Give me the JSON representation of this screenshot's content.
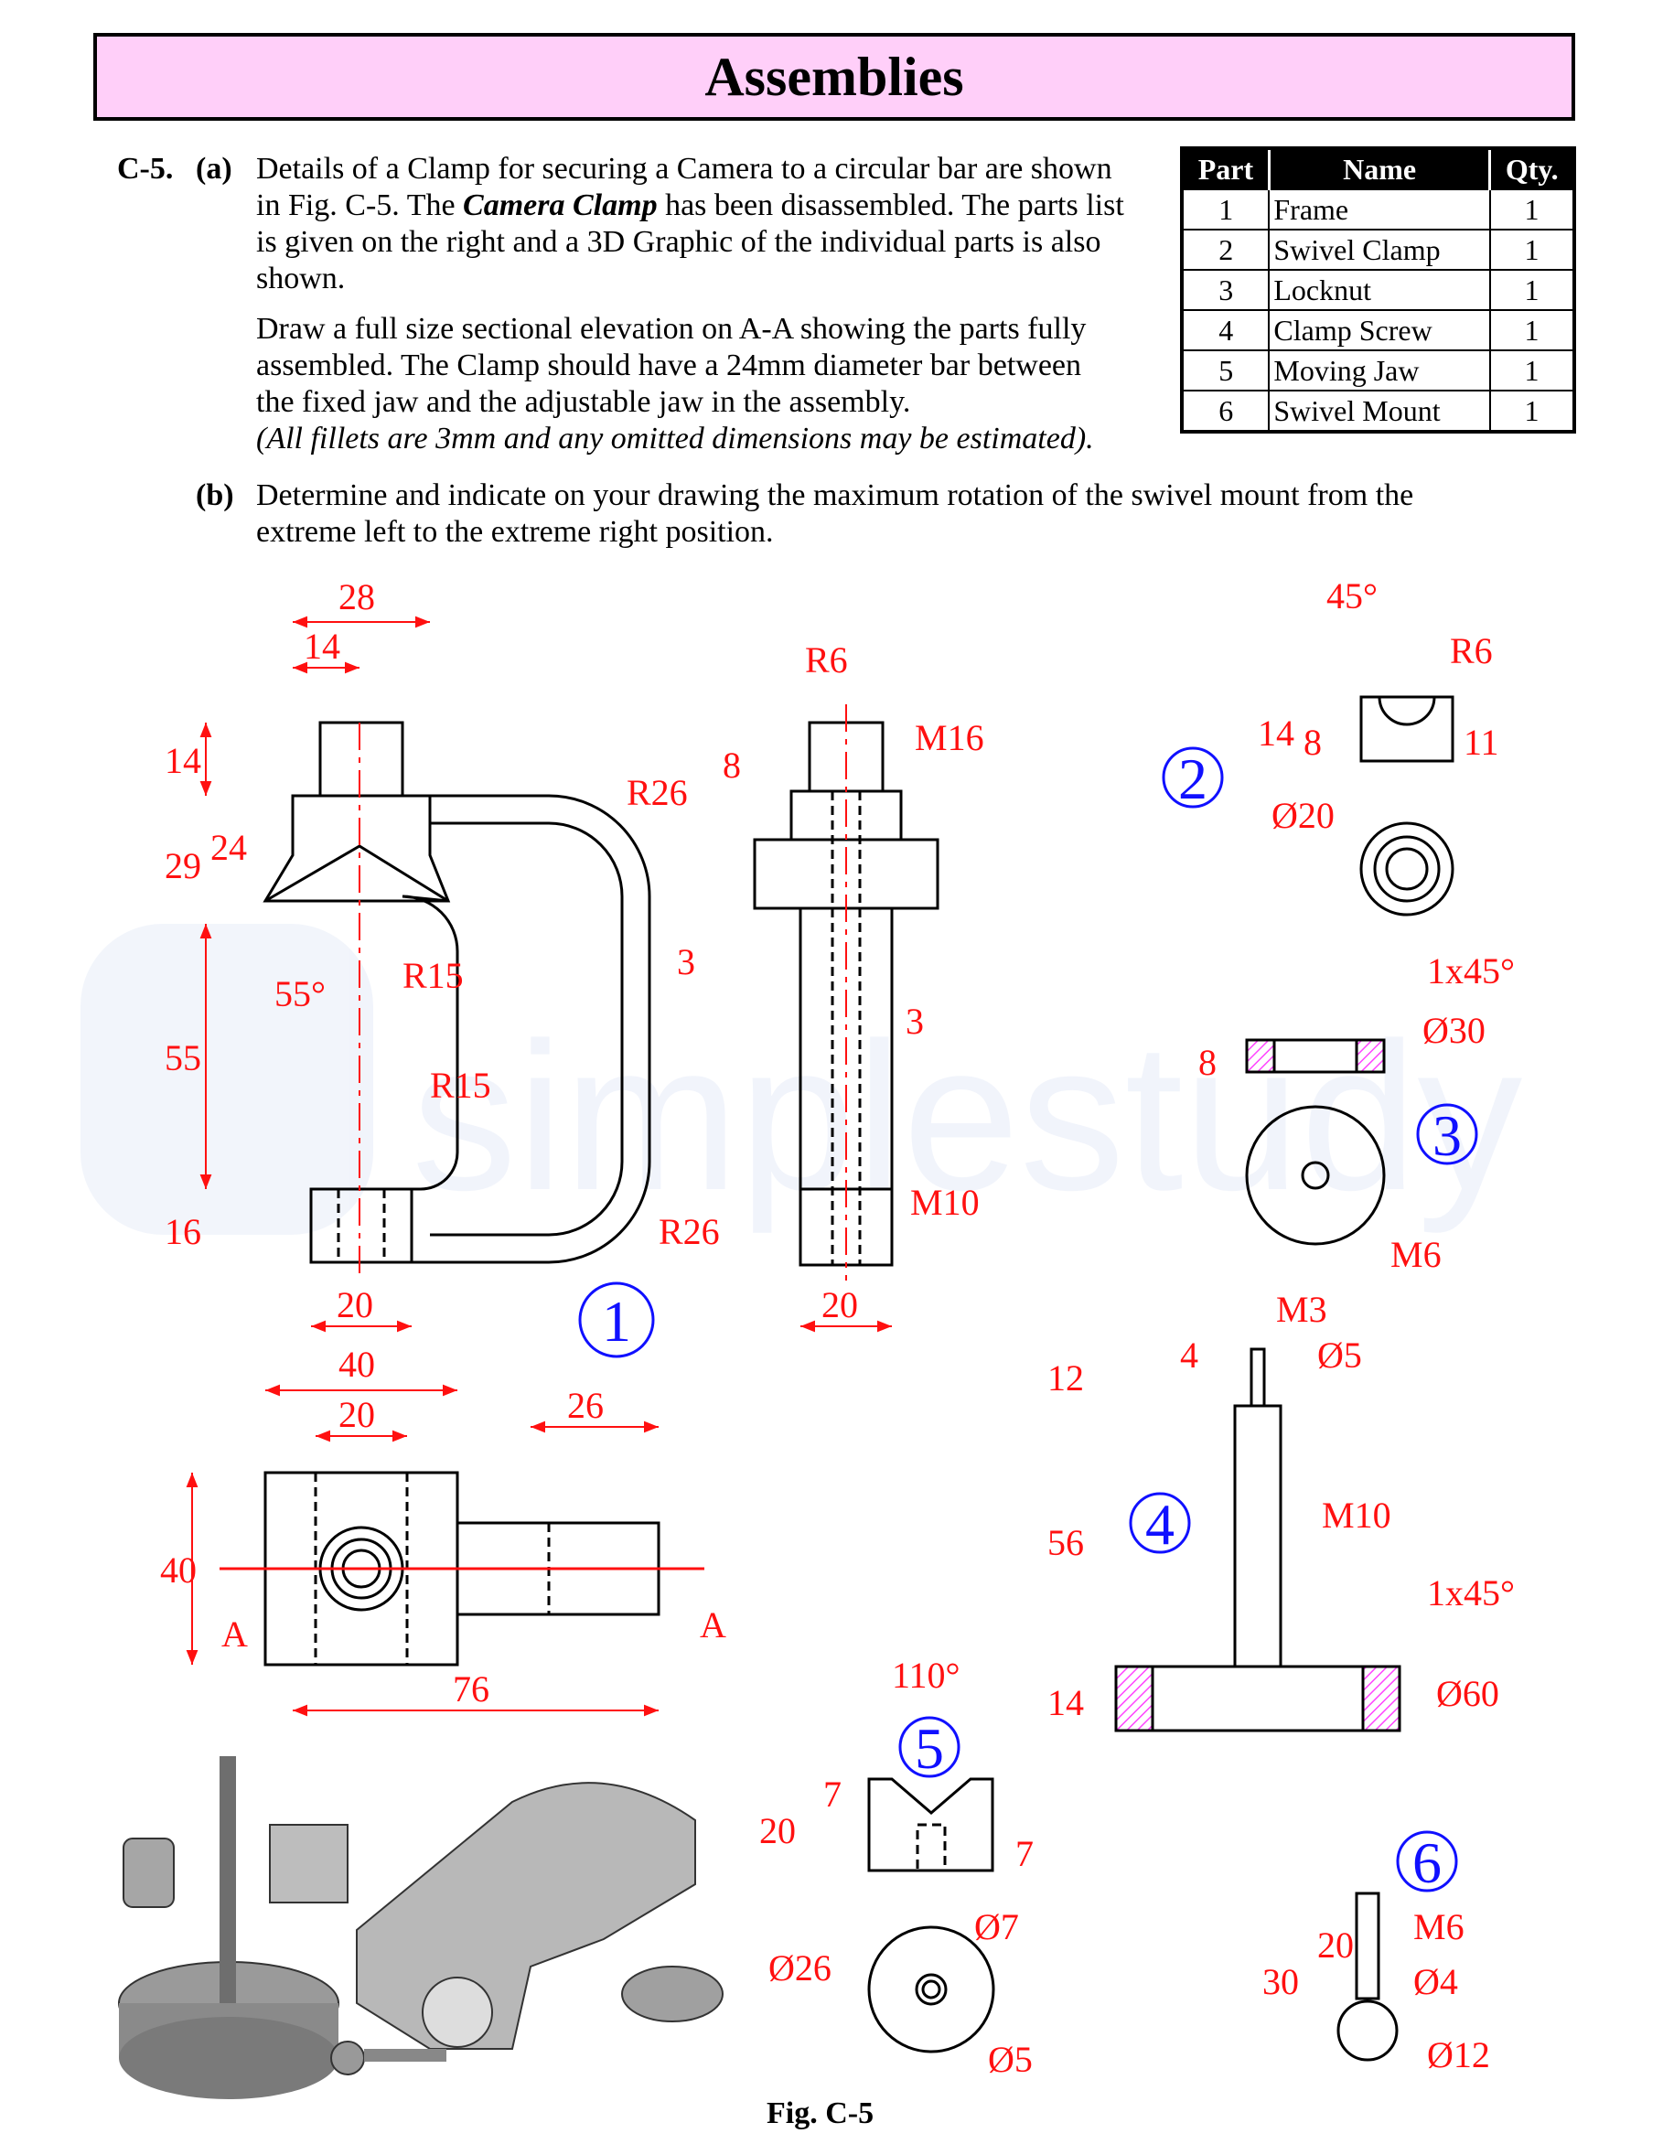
{
  "header": {
    "title": "Assemblies"
  },
  "question": {
    "number": "C-5.",
    "part_a_label": "(a)",
    "para1_l1": "Details of a Clamp for securing a Camera to a circular bar are shown",
    "para1_l2_pre": "in Fig. C-5. The ",
    "para1_l2_em": "Camera Clamp",
    "para1_l2_post": " has been disassembled. The parts list",
    "para1_l3": "is given on the right and a 3D Graphic of the individual parts is also",
    "para1_l4": "shown.",
    "para2_l1": "Draw a full size sectional elevation on A-A showing the parts fully",
    "para2_l2": "assembled.  The Clamp should have a 24mm diameter bar between",
    "para2_l3": "the fixed jaw and the adjustable jaw in the assembly.",
    "para2_l4": "(All fillets are 3mm and any omitted dimensions may be estimated).",
    "part_b_label": "(b)",
    "part_b_l1": "Determine and indicate on your drawing the maximum rotation of the swivel mount from the",
    "part_b_l2": "extreme left to the extreme right position."
  },
  "parts_list": {
    "headers": [
      "Part",
      "Name",
      "Qty."
    ],
    "rows": [
      [
        "1",
        "Frame",
        "1"
      ],
      [
        "2",
        "Swivel Clamp",
        "1"
      ],
      [
        "3",
        "Locknut",
        "1"
      ],
      [
        "4",
        "Clamp Screw",
        "1"
      ],
      [
        "5",
        "Moving Jaw",
        "1"
      ],
      [
        "6",
        "Swivel Mount",
        "1"
      ]
    ]
  },
  "figure": {
    "caption": "Fig. C-5",
    "watermark": "simplestudy",
    "part_numbers": [
      "1",
      "2",
      "3",
      "4",
      "5",
      "6"
    ],
    "frame_dims": [
      "28",
      "14",
      "14",
      "29",
      "24",
      "55",
      "16",
      "20",
      "R26",
      "R15",
      "R15",
      "R26",
      "55°",
      "3",
      "3",
      "R6",
      "M16",
      "8",
      "M10",
      "20"
    ],
    "plan_dims": [
      "40",
      "20",
      "26",
      "40",
      "76",
      "A",
      "A"
    ],
    "swivel_clamp_dims": [
      "45°",
      "R6",
      "14",
      "8",
      "11",
      "Ø20"
    ],
    "locknut_dims": [
      "1x45°",
      "Ø30",
      "8",
      "M6"
    ],
    "clamp_screw_dims": [
      "M3",
      "Ø5",
      "4",
      "12",
      "56",
      "M10",
      "1x45°",
      "14",
      "Ø60"
    ],
    "moving_jaw_dims": [
      "110°",
      "7",
      "20",
      "7",
      "Ø26",
      "Ø7",
      "Ø5"
    ],
    "swivel_mount_dims": [
      "M6",
      "20",
      "30",
      "Ø4",
      "Ø12"
    ]
  },
  "colors": {
    "dimension": "#ff1010",
    "part_number": "#1010ff",
    "title_bg": "#ffcff9",
    "hatch": "#ff44ff"
  }
}
